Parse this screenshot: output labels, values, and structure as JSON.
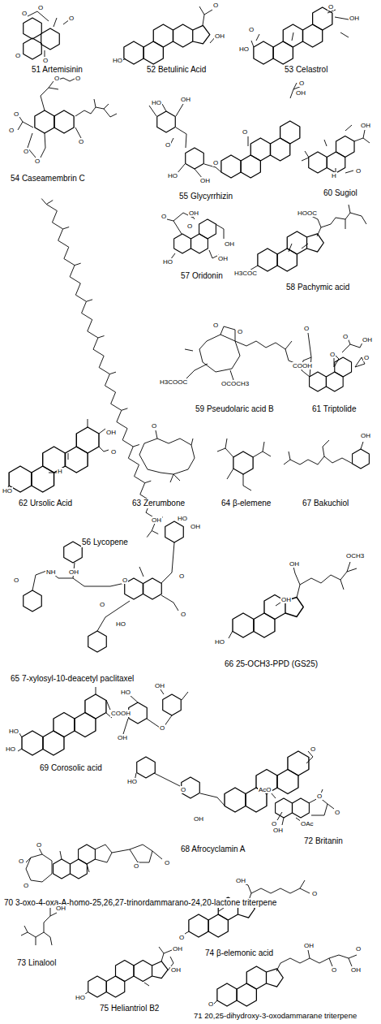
{
  "diagram": {
    "labels": [
      "51 Artemisinin",
      "52 Betulinic Acid",
      "53 Celastrol",
      "54 Caseamembrin C",
      "55 Glycyrrhizin",
      "60 Sugiol",
      "56 Lycopene",
      "57 Oridonin",
      "58 Pachymic acid",
      "59 Pseudolaric acid B",
      "61 Triptolide",
      "62 Ursolic Acid",
      "63 Zerumbone",
      "64 β-elemene",
      "67 Bakuchiol",
      "65 7-xylosyl-10-deacetyl paclitaxel",
      "66 25-OCH3-PPD (GS25)",
      "69 Corosolic acid",
      "68 Afrocyclamin A",
      "72 Britanin",
      "70 3-oxo-4-oxa-A-homo-25,26,27-trinordammarano-24,20-lactone triterpene",
      "74 β-elemonic acid",
      "73 Linalool",
      "75 Heliantriol B2",
      "71 20,25-dihydroxy-3-oxodammarane triterpene",
      "O",
      "O",
      "O",
      "O",
      "O",
      "HO",
      "O",
      "OH",
      "HO",
      "O",
      "O",
      "OH",
      "O",
      "O",
      "O",
      "O",
      "O",
      "O",
      "O",
      "O",
      "O",
      "OH",
      "HO",
      "OH",
      "O",
      "HO",
      "OH",
      "O",
      "OH",
      "O",
      "H",
      "O",
      "OH",
      "OH",
      "HO",
      "O",
      "OH",
      "HOOC",
      "H3COC",
      "O",
      "O",
      "H3COOC",
      "OCOCH3",
      "COOH",
      "O",
      "O",
      "O",
      "O",
      "OH",
      "HO",
      "OH",
      "O",
      "H",
      "O",
      "OH",
      "O",
      "NH",
      "OH",
      "O",
      "O",
      "HO",
      "O",
      "OH",
      "HO",
      "OH",
      "O",
      "OH",
      "OCH3",
      "HO",
      "OH",
      "HO",
      "HO",
      "COOH",
      "HO",
      "OH",
      "O",
      "OH",
      "HO",
      "O",
      "OH",
      "O",
      "O",
      "AcO",
      "O",
      "O",
      "OH",
      "OAc",
      "O",
      "O",
      "O",
      "O",
      "O",
      "OH",
      "O",
      "O",
      "OH",
      "HO",
      "OH",
      "OH",
      "O",
      "OH",
      "O",
      "O",
      "OH"
    ]
  }
}
